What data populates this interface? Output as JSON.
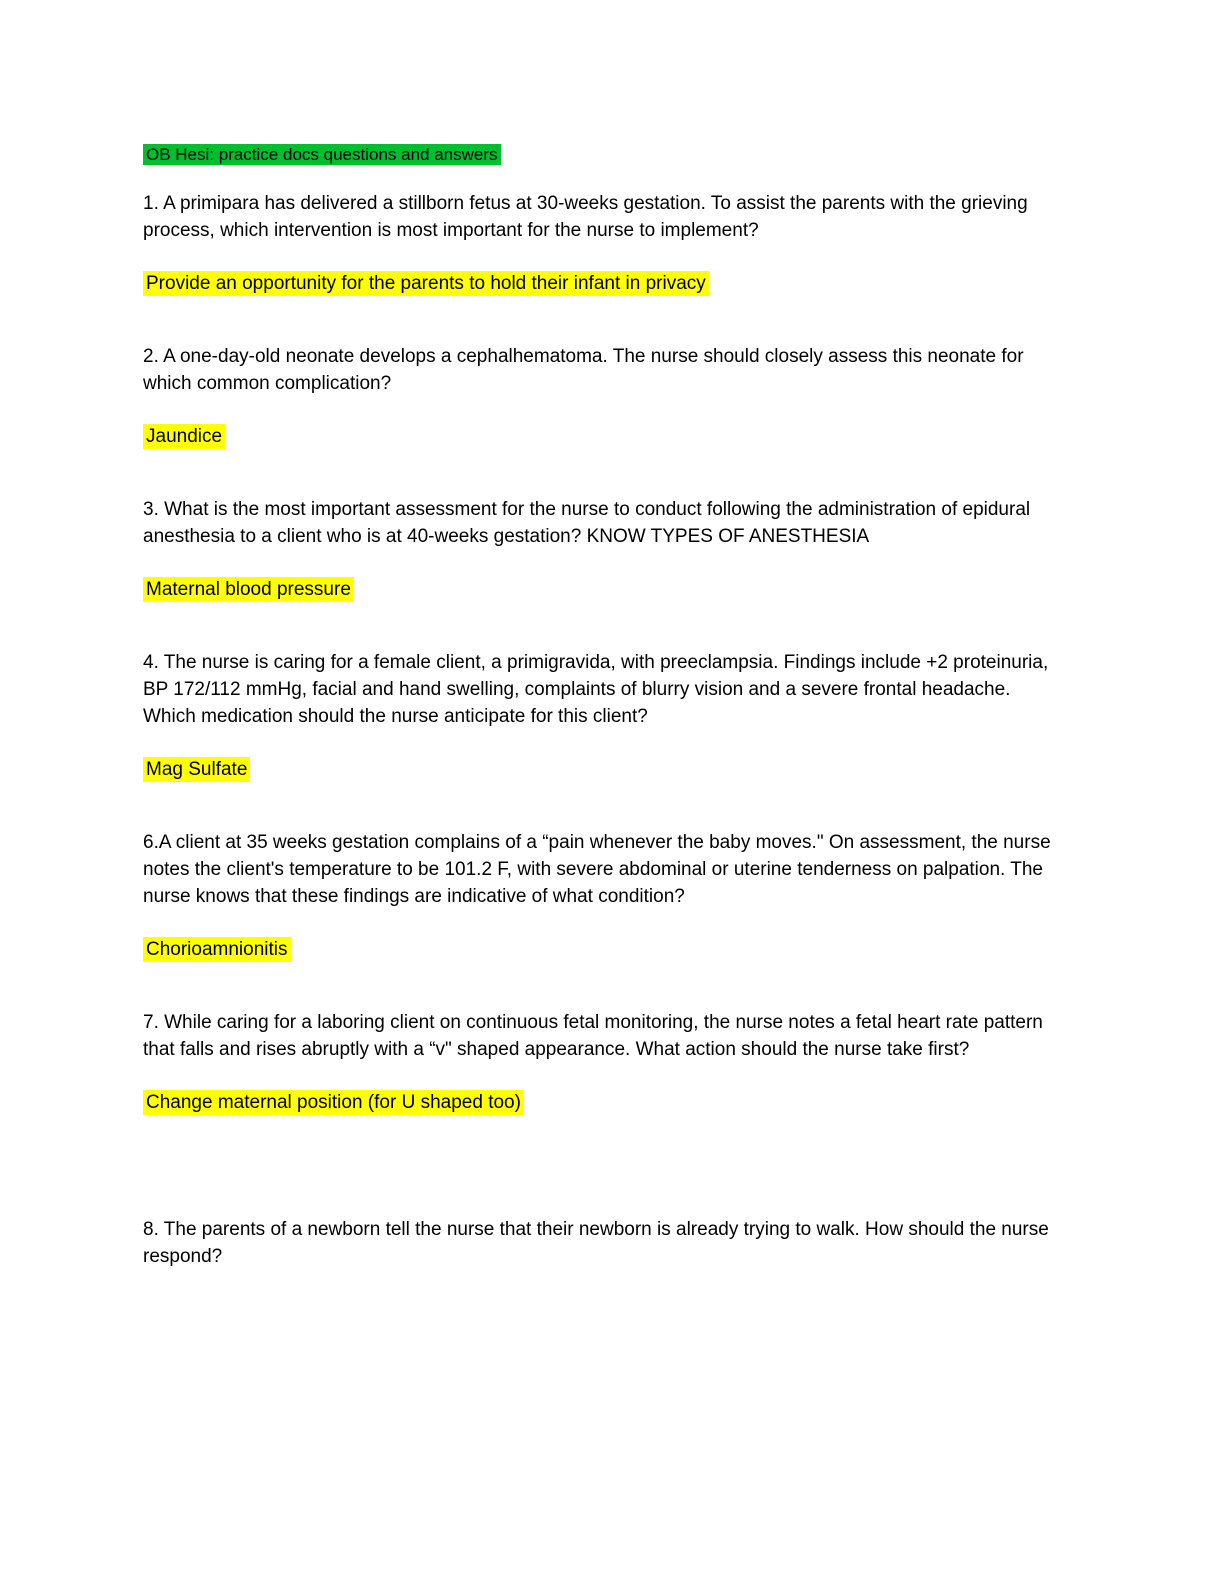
{
  "colors": {
    "hl-green": "#00bf2e",
    "hl-yellow": "#ffff00",
    "text": "#000000",
    "page-bg": "#ffffff"
  },
  "document": {
    "title": "OB Hesi: practice docs questions and answers"
  },
  "qa": [
    {
      "question": "1. A primipara has delivered a stillborn fetus at 30-weeks gestation. To assist the parents with the grieving process, which intervention is most important for the nurse to implement?",
      "answer": "Provide an opportunity for the parents to hold their infant in privacy"
    },
    {
      "question": "2. A one-day-old neonate develops a cephalhematoma. The nurse should closely assess this neonate for which common complication?",
      "answer": "Jaundice"
    },
    {
      "question": "3. What is the most important assessment for the nurse to conduct following the administration of epidural anesthesia to a client who is at 40-weeks gestation? KNOW TYPES OF ANESTHESIA",
      "answer": "Maternal blood pressure"
    },
    {
      "question": "4. The nurse is caring for a female client, a primigravida, with preeclampsia. Findings include +2 proteinuria, BP 172/112 mmHg, facial and hand swelling, complaints of blurry vision and a severe frontal headache. Which medication should the nurse anticipate for this client?",
      "answer": "Mag Sulfate"
    },
    {
      "question": "6.A client at 35 weeks gestation complains of a “pain whenever the baby moves.\" On assessment, the nurse notes the client's temperature to be 101.2 F, with severe abdominal  or uterine tenderness on palpation. The nurse knows that these findings are indicative of what condition?",
      "answer": "Chorioamnionitis"
    },
    {
      "question": "7. While caring for a laboring client on continuous fetal monitoring, the nurse notes a fetal heart rate pattern that falls and rises abruptly with a “v\" shaped appearance. What action should the nurse take first?",
      "answer": "Change maternal position (for U shaped too)"
    },
    {
      "question": "8. The parents of a newborn tell the nurse that their newborn is already trying to walk. How should the nurse respond?"
    }
  ]
}
